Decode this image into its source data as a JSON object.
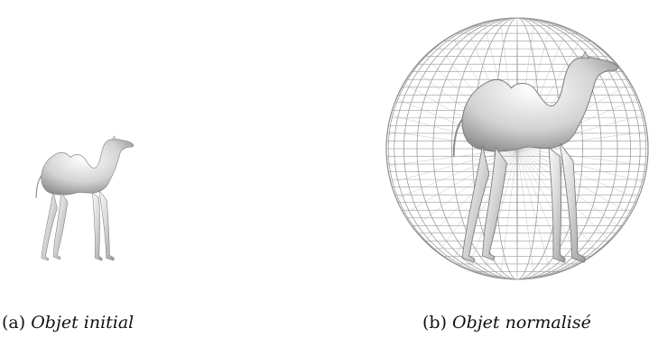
{
  "figure": {
    "panels": [
      {
        "id": "a",
        "tag": "(a)",
        "caption": "Objet initial"
      },
      {
        "id": "b",
        "tag": "(b)",
        "caption": "Objet normalisé"
      }
    ]
  }
}
